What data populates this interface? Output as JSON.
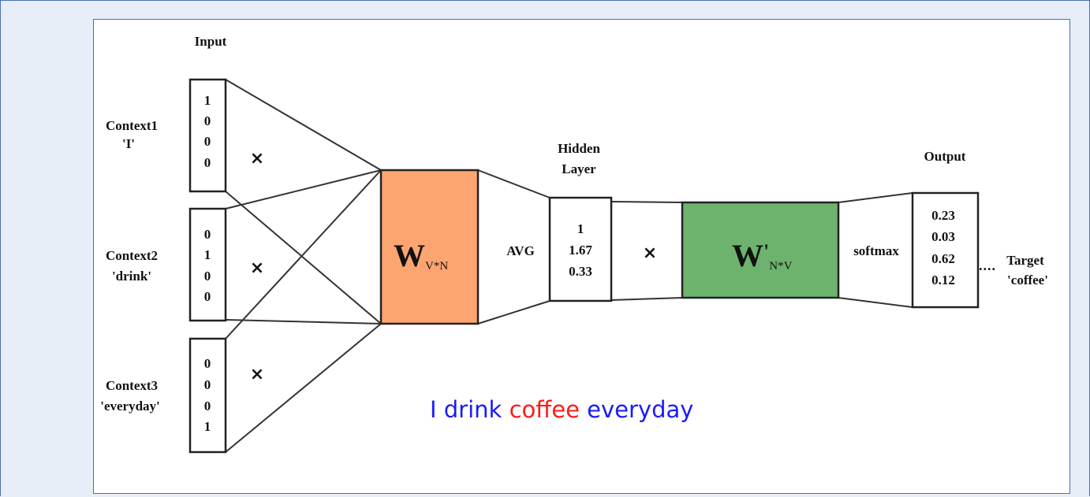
{
  "input_label": "Input",
  "contexts": [
    {
      "line1": "Context1",
      "line2": "'I'",
      "vector": [
        "1",
        "0",
        "0",
        "0"
      ]
    },
    {
      "line1": "Context2",
      "line2": "'drink'",
      "vector": [
        "0",
        "1",
        "0",
        "0"
      ]
    },
    {
      "line1": "Context3",
      "line2": "'everyday'",
      "vector": [
        "0",
        "0",
        "0",
        "1"
      ]
    }
  ],
  "times_symbol": "×",
  "w_matrix": {
    "main": "W",
    "sub": "V*N",
    "color": "#fda571"
  },
  "avg_label": "AVG",
  "hidden": {
    "line1": "Hidden",
    "line2": "Layer",
    "values": [
      "1",
      "1.67",
      "0.33"
    ]
  },
  "w_prime_matrix": {
    "main": "W",
    "prime": "'",
    "sub": "N*V",
    "color": "#6db36d"
  },
  "softmax_label": "softmax",
  "output": {
    "label": "Output",
    "values": [
      "0.23",
      "0.03",
      "0.62",
      "0.12"
    ]
  },
  "target": {
    "dots": "....",
    "line1": "Target",
    "line2": "'coffee'"
  },
  "sentence": {
    "parts": [
      {
        "text": "I drink ",
        "color": "#1a1aff"
      },
      {
        "text": "coffee",
        "color": "#ff1a1a"
      },
      {
        "text": " everyday",
        "color": "#1a1aff"
      }
    ]
  }
}
